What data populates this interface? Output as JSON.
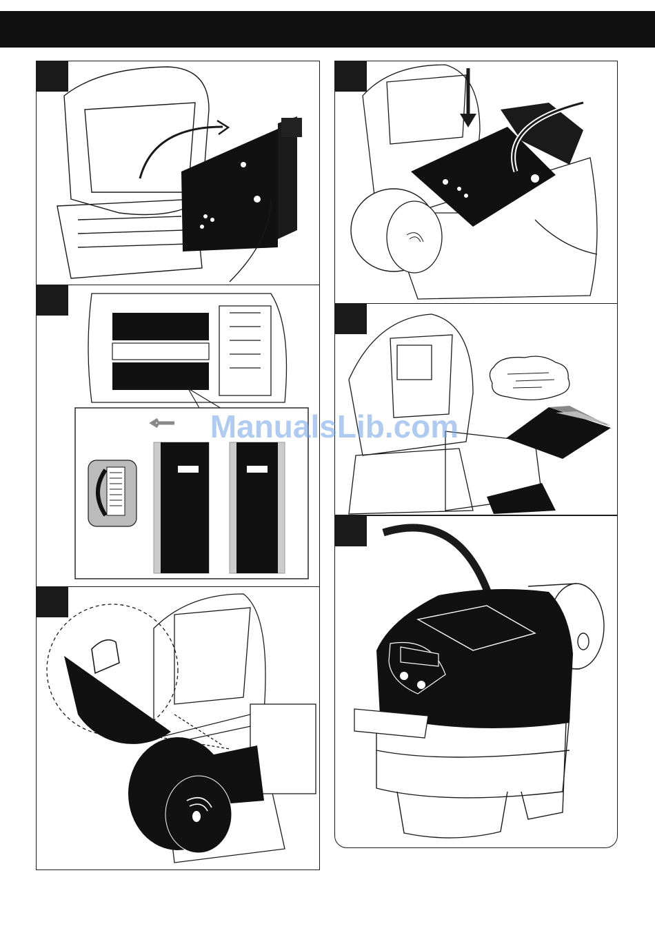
{
  "page": {
    "header_bar": "",
    "watermark_text": "ManualsLib.com"
  },
  "panels": [
    {
      "id": "step-1",
      "description_icon": "printhead-module-lift-icon"
    },
    {
      "id": "step-2",
      "description_icon": "ribbon-guide-adjust-icon"
    },
    {
      "id": "step-3",
      "description_icon": "paper-roll-feed-icon"
    },
    {
      "id": "step-4",
      "description_icon": "printhead-close-icon"
    },
    {
      "id": "step-5",
      "description_icon": "paper-eject-icon"
    },
    {
      "id": "step-6",
      "description_icon": "cover-close-icon"
    }
  ],
  "colors": {
    "ink": "#1a1a1a",
    "paper": "#ffffff",
    "watermark": "#6ea0e6"
  }
}
